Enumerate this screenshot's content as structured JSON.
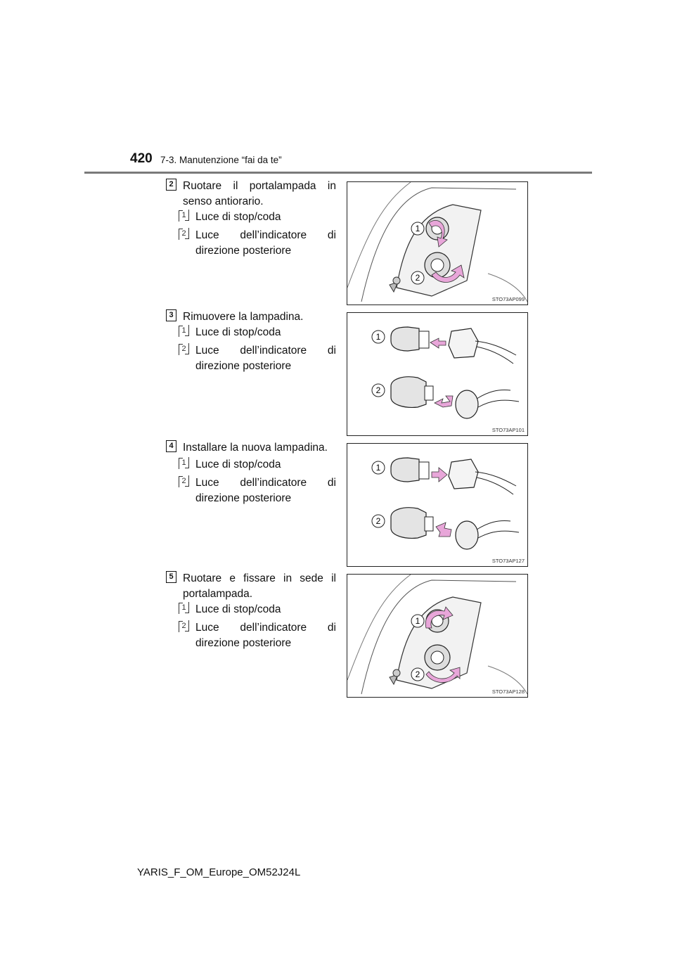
{
  "header": {
    "page_number": "420",
    "section": "7-3. Manutenzione “fai da te”"
  },
  "steps": [
    {
      "number": "2",
      "text": "Ruotare il portalampada in senso antiorario.",
      "items": [
        {
          "number": "1",
          "text": "Luce di stop/coda"
        },
        {
          "number": "2",
          "text": "Luce dell’indicatore di direzione posteriore"
        }
      ],
      "figure": {
        "code": "STO73AP099",
        "callouts": [
          "1",
          "2"
        ]
      }
    },
    {
      "number": "3",
      "text": "Rimuovere la lampadina.",
      "items": [
        {
          "number": "1",
          "text": "Luce di stop/coda"
        },
        {
          "number": "2",
          "text": "Luce dell’indicatore di direzione posteriore"
        }
      ],
      "figure": {
        "code": "STO73AP101",
        "callouts": [
          "1",
          "2"
        ]
      }
    },
    {
      "number": "4",
      "text": "Installare la nuova lampadina.",
      "items": [
        {
          "number": "1",
          "text": "Luce di stop/coda"
        },
        {
          "number": "2",
          "text": "Luce dell’indicatore di direzione posteriore"
        }
      ],
      "figure": {
        "code": "STO73AP127",
        "callouts": [
          "1",
          "2"
        ]
      }
    },
    {
      "number": "5",
      "text": "Ruotare e fissare in sede il portalampada.",
      "items": [
        {
          "number": "1",
          "text": "Luce di stop/coda"
        },
        {
          "number": "2",
          "text": "Luce dell’indicatore di direzione posteriore"
        }
      ],
      "figure": {
        "code": "STO73AP128",
        "callouts": [
          "1",
          "2"
        ]
      }
    }
  ],
  "footer": {
    "document_code": "YARIS_F_OM_Europe_OM52J24L"
  },
  "colors": {
    "arrow": "#e8a6d9",
    "rule": "#7a7a7a"
  }
}
